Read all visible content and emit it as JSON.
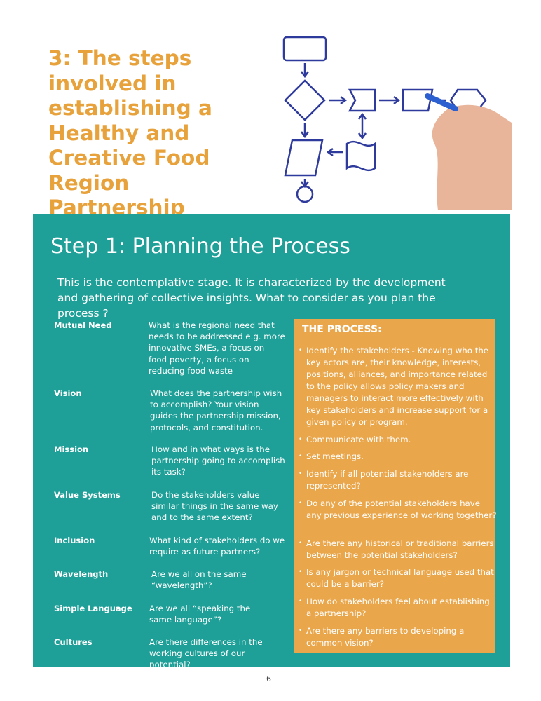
{
  "title": "3: The steps involved in establishing a Healthy and Creative Food Region Partnership",
  "step": {
    "heading": "Step 1: Planning the Process",
    "intro": "This is the contemplative stage. It is characterized by the development and gathering of collective insights. What to consider as you plan the process ?"
  },
  "considerations": [
    {
      "label": "Mutual Need",
      "text": "What is the regional need that needs to be addressed e.g. more innovative SMEs, a focus on food poverty, a focus on reducing food waste"
    },
    {
      "label": "Vision",
      "text": "What does the partnership wish to accomplish?  Your vision guides the partnership mission, protocols, and constitution."
    },
    {
      "label": "Mission",
      "text": "How and in what ways is the partnership going to accomplish its task?"
    },
    {
      "label": "Value Systems",
      "text": "Do the stakeholders value similar things in the same way and to the same extent?"
    },
    {
      "label": "Inclusion",
      "text": "What kind of stakeholders do we require as future partners?"
    },
    {
      "label": "Wavelength",
      "text": "Are we all on the same “wavelength”?"
    },
    {
      "label": "Simple Language",
      "text": "Are we all “speaking the same language”?"
    },
    {
      "label": "Cultures",
      "text": "Are there differences in the working cultures of our potential?"
    }
  ],
  "process": {
    "heading": "THE PROCESS:",
    "items": [
      "Identify the stakeholders - Knowing who the key actors are, their knowledge, interests, positions, alliances, and importance related to the policy allows policy makers and managers to interact more effectively with key stakeholders and increase support for a given policy or program.",
      "Communicate with them.",
      "Set meetings.",
      "Identify if all potential stakeholders are represented?",
      "Do any of the potential stakeholders have any previous experience of working together?",
      "Are there any historical or traditional barriers between the potential stakeholders?",
      "Is any jargon or technical language used that could be a barrier?",
      "How do stakeholders feel about establishing a partnership?",
      "Are there any barriers to developing a common vision?"
    ]
  },
  "page_number": "6",
  "colors": {
    "title": "#e8a23c",
    "teal": "#1e9f97",
    "orange": "#e9a64a",
    "flow": "#2f3b9c"
  }
}
